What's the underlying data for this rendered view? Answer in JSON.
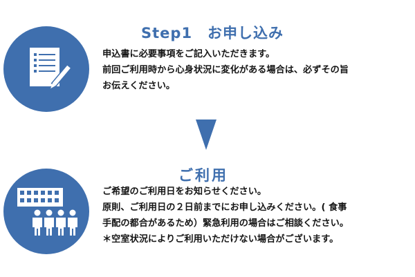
{
  "step1": {
    "title": "Step1　お申し込み",
    "icon": "document-pen-icon",
    "lines": [
      "申込書に必要事項をご記入いただきます。",
      "前回ご利用時から心身状況に変化がある場合は、必ずその旨",
      "お伝えください。"
    ]
  },
  "arrow": {
    "icon": "down-triangle-arrow-icon"
  },
  "step2": {
    "title": "ご利用",
    "icon": "building-people-icon",
    "lines": [
      "ご希望のご利用日をお知らせください。",
      "原則、ご利用日の２日前までにお申し込みください。( 食事",
      "手配の都合があるため）緊急利用の場合はご相談ください。",
      "＊空室状況によりご利用いただけない場合がございます。"
    ]
  },
  "colors": {
    "accent": "#3f6fae",
    "text": "#151515",
    "background": "#ffffff"
  }
}
